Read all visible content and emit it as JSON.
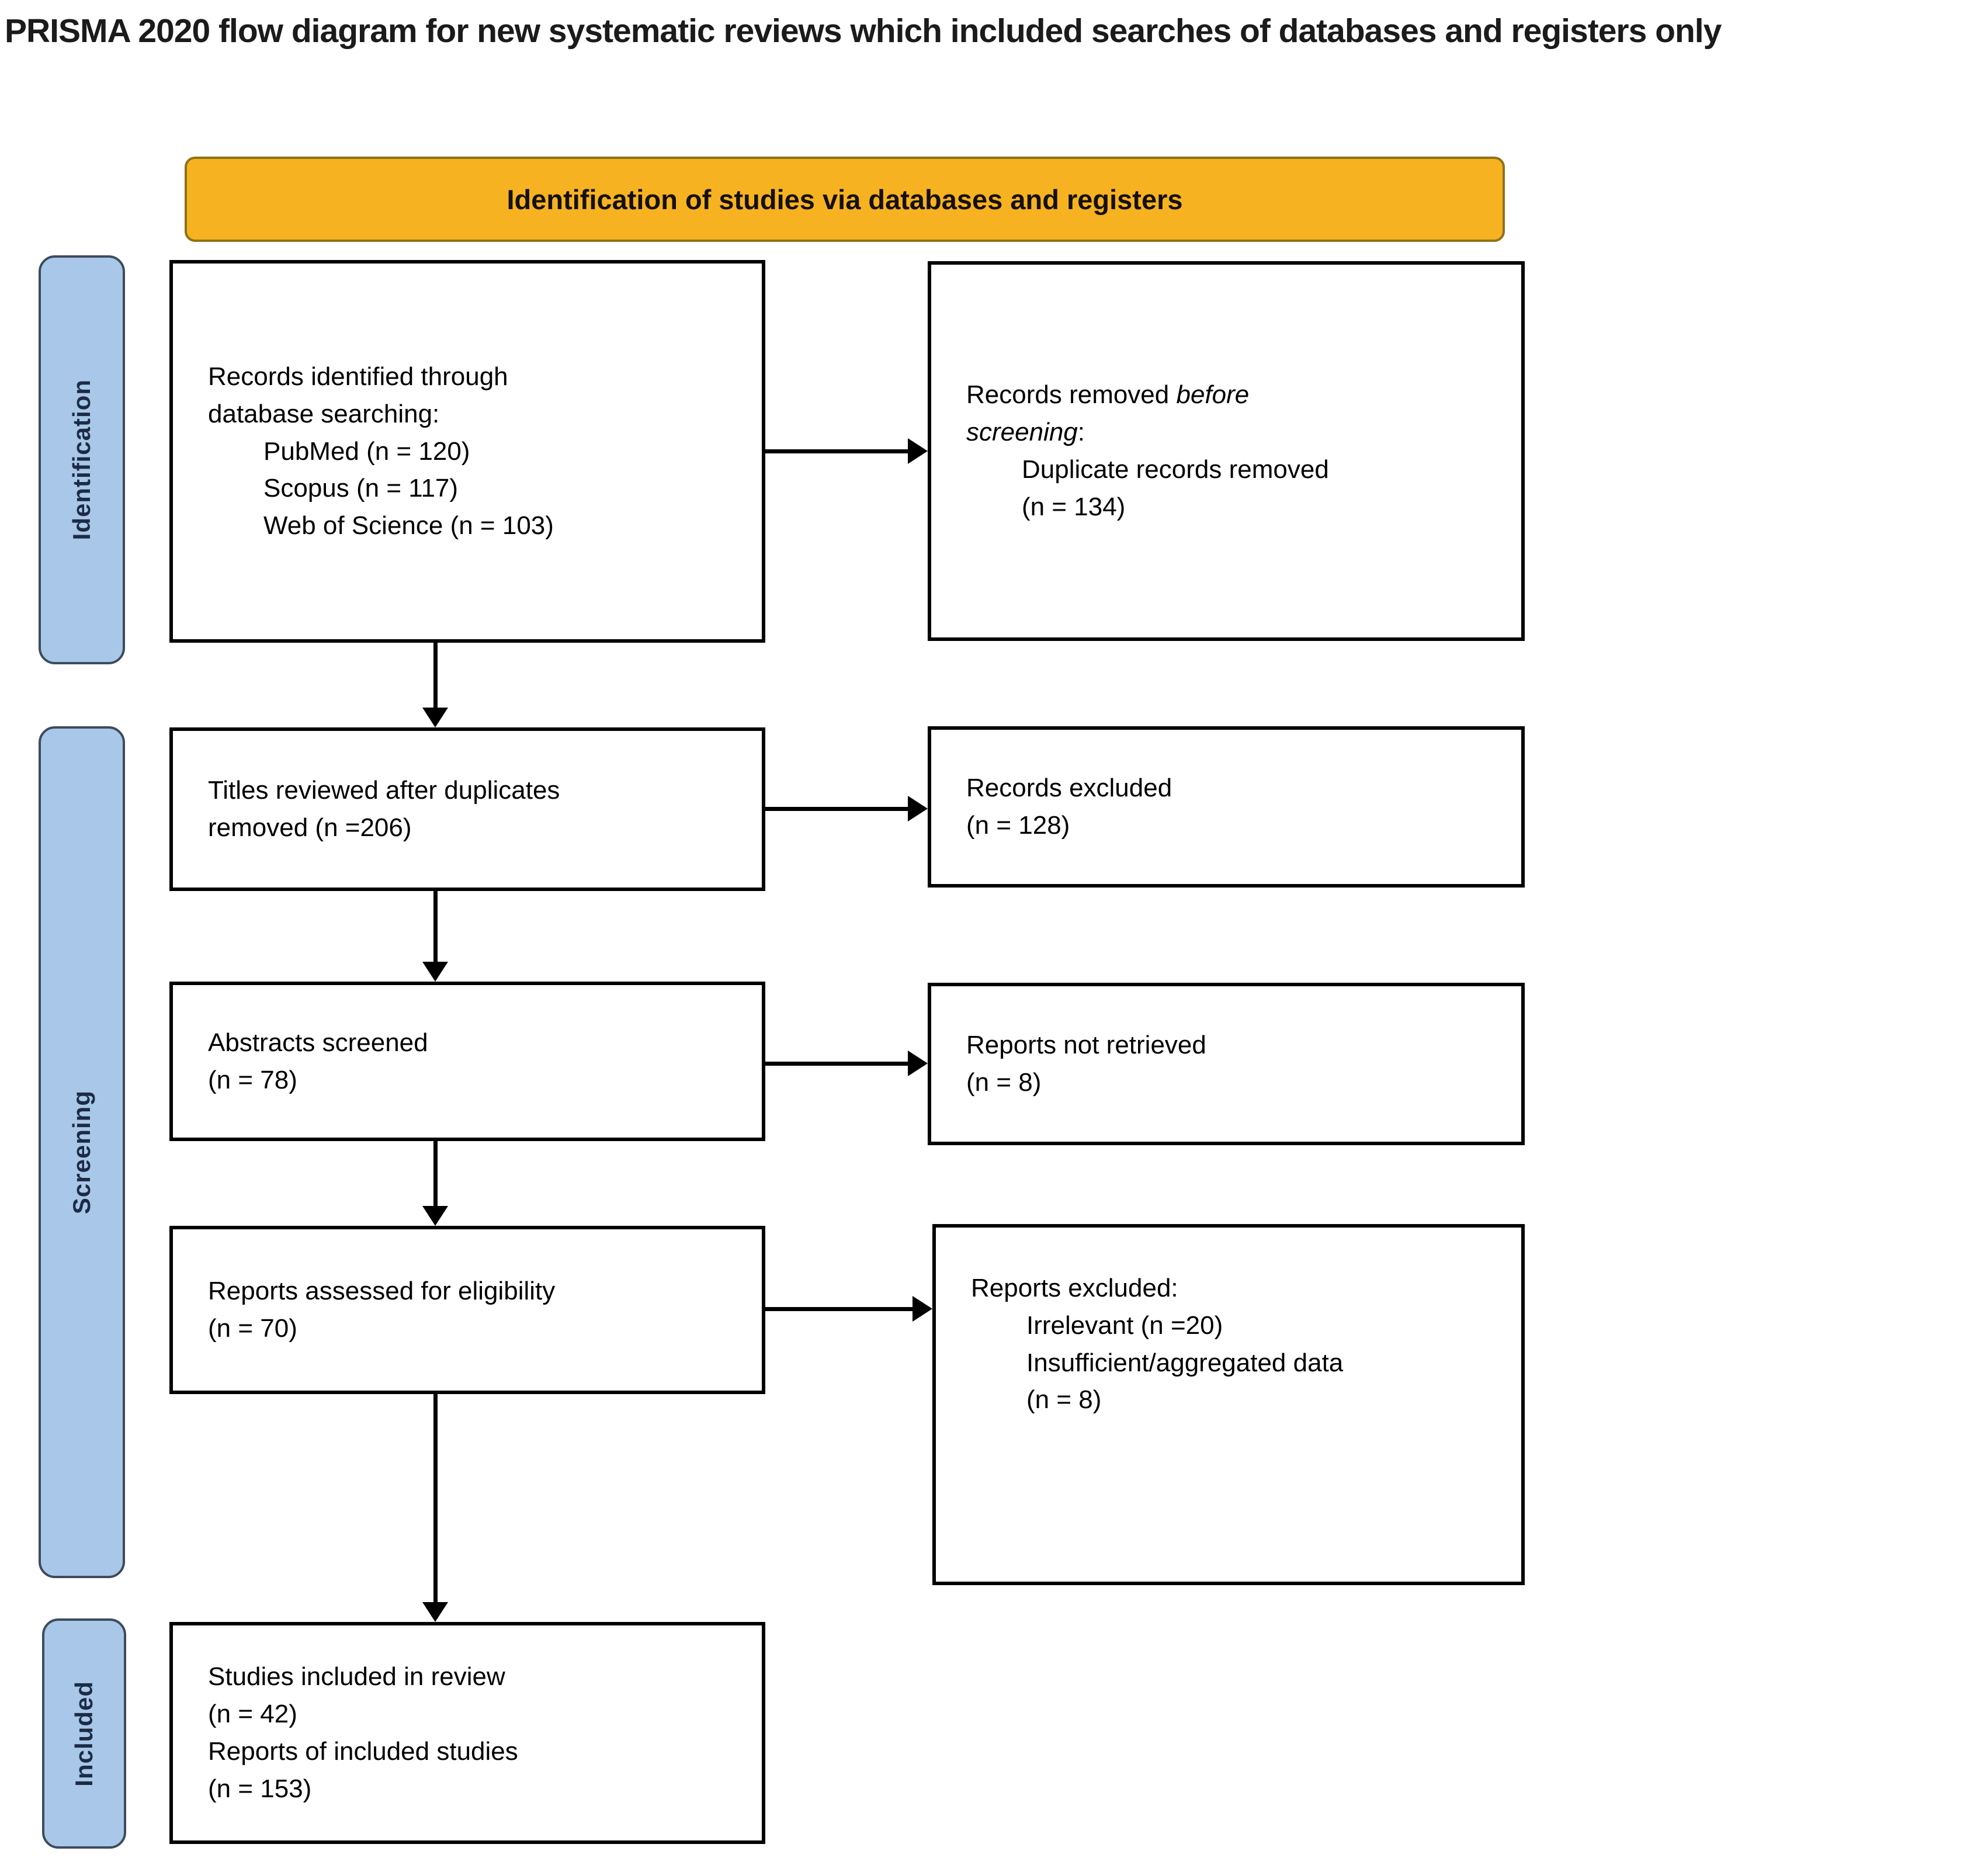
{
  "page": {
    "title": "PRISMA 2020 flow diagram for new systematic reviews which included searches of databases and registers only"
  },
  "banner": {
    "label": "Identification of studies via databases and registers"
  },
  "stages": [
    {
      "label": "Identification"
    },
    {
      "label": "Screening"
    },
    {
      "label": "Included"
    }
  ],
  "colors": {
    "banner_bg": "#F6B221",
    "banner_border": "#8F7118",
    "stage_bg": "#A9C7E8",
    "stage_border": "#3D4B5C",
    "stage_text": "#1C2B45",
    "box_border": "#000000",
    "arrow": "#000000"
  },
  "boxes": {
    "records_identified": {
      "lines": [
        {
          "seg": [
            {
              "t": "Records identified through"
            }
          ]
        },
        {
          "seg": [
            {
              "t": "database searching:"
            }
          ]
        },
        {
          "indent": true,
          "seg": [
            {
              "t": "PubMed (n = 120)"
            }
          ]
        },
        {
          "indent": true,
          "seg": [
            {
              "t": "Scopus (n = 117)"
            }
          ]
        },
        {
          "indent": true,
          "seg": [
            {
              "t": "Web of Science (n = 103)"
            }
          ]
        }
      ]
    },
    "records_removed": {
      "lines": [
        {
          "seg": [
            {
              "t": "Records removed "
            },
            {
              "t": "before",
              "i": true
            }
          ]
        },
        {
          "seg": [
            {
              "t": "screening",
              "i": true
            },
            {
              "t": ":"
            }
          ]
        },
        {
          "indent": true,
          "seg": [
            {
              "t": "Duplicate records removed"
            }
          ]
        },
        {
          "indent": true,
          "seg": [
            {
              "t": "(n = 134)"
            }
          ]
        }
      ]
    },
    "titles_reviewed": {
      "lines": [
        {
          "seg": [
            {
              "t": "Titles reviewed after duplicates"
            }
          ]
        },
        {
          "seg": [
            {
              "t": "removed (n =206)"
            }
          ]
        }
      ]
    },
    "records_excluded": {
      "lines": [
        {
          "seg": [
            {
              "t": "Records excluded"
            }
          ]
        },
        {
          "seg": [
            {
              "t": "(n = 128)"
            }
          ]
        }
      ]
    },
    "abstracts_screened": {
      "lines": [
        {
          "seg": [
            {
              "t": "Abstracts screened"
            }
          ]
        },
        {
          "seg": [
            {
              "t": "(n = 78)"
            }
          ]
        }
      ]
    },
    "reports_not_retrieved": {
      "lines": [
        {
          "seg": [
            {
              "t": "Reports not retrieved"
            }
          ]
        },
        {
          "seg": [
            {
              "t": "(n = 8)"
            }
          ]
        }
      ]
    },
    "reports_assessed": {
      "lines": [
        {
          "seg": [
            {
              "t": "Reports assessed for eligibility"
            }
          ]
        },
        {
          "seg": [
            {
              "t": "(n = 70)"
            }
          ]
        }
      ]
    },
    "reports_excluded": {
      "lines": [
        {
          "seg": [
            {
              "t": "Reports excluded:"
            }
          ]
        },
        {
          "indent": true,
          "seg": [
            {
              "t": "Irrelevant (n =20)"
            }
          ]
        },
        {
          "indent": true,
          "seg": [
            {
              "t": "Insufficient/aggregated data"
            }
          ]
        },
        {
          "indent": true,
          "seg": [
            {
              "t": "(n = 8)"
            }
          ]
        }
      ]
    },
    "studies_included": {
      "lines": [
        {
          "seg": [
            {
              "t": "Studies included in review"
            }
          ]
        },
        {
          "seg": [
            {
              "t": "(n = 42)"
            }
          ]
        },
        {
          "seg": [
            {
              "t": "Reports of included studies"
            }
          ]
        },
        {
          "seg": [
            {
              "t": "(n = 153)"
            }
          ]
        }
      ]
    }
  }
}
